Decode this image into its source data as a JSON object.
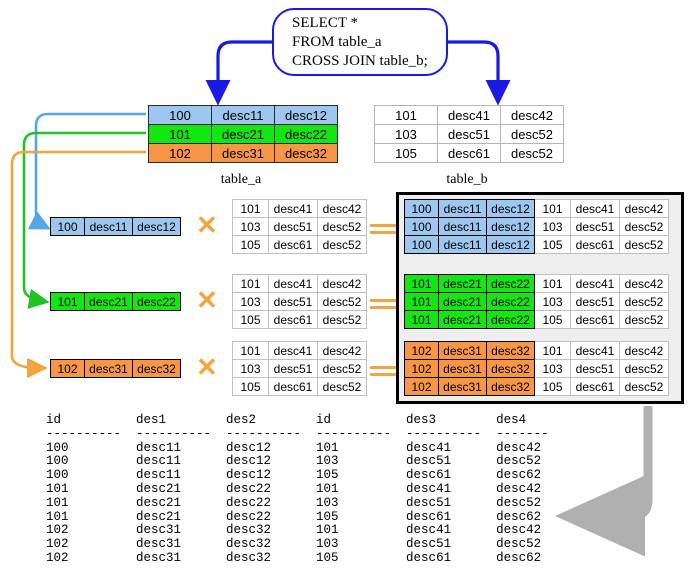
{
  "sql": {
    "line1": "SELECT *",
    "line2": "FROM table_a",
    "line3": "CROSS JOIN table_b;"
  },
  "colors": {
    "blue_row": "#9dc7ee",
    "green_row": "#12e712",
    "orange_row": "#f79646",
    "sql_border": "#1a1ae0",
    "operator": "#f5a33c",
    "result_border": "#000000",
    "result_fill": "#eeeeee",
    "gray_arrow": "#b0b0b0"
  },
  "table_a": {
    "caption": "table_a",
    "rows": [
      {
        "color": "blue",
        "cells": [
          "100",
          "desc11",
          "desc12"
        ]
      },
      {
        "color": "green",
        "cells": [
          "101",
          "desc21",
          "desc22"
        ]
      },
      {
        "color": "orange",
        "cells": [
          "102",
          "desc31",
          "desc32"
        ]
      }
    ]
  },
  "table_b": {
    "caption": "table_b",
    "rows": [
      {
        "cells": [
          "101",
          "desc41",
          "desc42"
        ]
      },
      {
        "cells": [
          "103",
          "desc51",
          "desc52"
        ]
      },
      {
        "cells": [
          "105",
          "desc61",
          "desc52"
        ]
      }
    ]
  },
  "single_rows": [
    {
      "color": "blue",
      "cells": [
        "100",
        "desc11",
        "desc12"
      ]
    },
    {
      "color": "green",
      "cells": [
        "101",
        "desc21",
        "desc22"
      ]
    },
    {
      "color": "orange",
      "cells": [
        "102",
        "desc31",
        "desc32"
      ]
    }
  ],
  "b_copies": [
    [
      [
        "101",
        "desc41",
        "desc42"
      ],
      [
        "103",
        "desc51",
        "desc52"
      ],
      [
        "105",
        "desc61",
        "desc52"
      ]
    ],
    [
      [
        "101",
        "desc41",
        "desc42"
      ],
      [
        "103",
        "desc51",
        "desc52"
      ],
      [
        "105",
        "desc61",
        "desc52"
      ]
    ],
    [
      [
        "101",
        "desc41",
        "desc42"
      ],
      [
        "103",
        "desc51",
        "desc52"
      ],
      [
        "105",
        "desc61",
        "desc52"
      ]
    ]
  ],
  "operators": {
    "cross": "✕",
    "equals": "="
  },
  "result_groups": [
    {
      "color": "blue",
      "rows": [
        {
          "a": [
            "100",
            "desc11",
            "desc12"
          ],
          "b": [
            "101",
            "desc41",
            "desc42"
          ]
        },
        {
          "a": [
            "100",
            "desc11",
            "desc12"
          ],
          "b": [
            "103",
            "desc51",
            "desc52"
          ]
        },
        {
          "a": [
            "100",
            "desc11",
            "desc12"
          ],
          "b": [
            "105",
            "desc61",
            "desc52"
          ]
        }
      ]
    },
    {
      "color": "green",
      "rows": [
        {
          "a": [
            "101",
            "desc21",
            "desc22"
          ],
          "b": [
            "101",
            "desc41",
            "desc42"
          ]
        },
        {
          "a": [
            "101",
            "desc21",
            "desc22"
          ],
          "b": [
            "103",
            "desc51",
            "desc52"
          ]
        },
        {
          "a": [
            "101",
            "desc21",
            "desc22"
          ],
          "b": [
            "105",
            "desc61",
            "desc52"
          ]
        }
      ]
    },
    {
      "color": "orange",
      "rows": [
        {
          "a": [
            "102",
            "desc31",
            "desc32"
          ],
          "b": [
            "101",
            "desc41",
            "desc42"
          ]
        },
        {
          "a": [
            "102",
            "desc31",
            "desc32"
          ],
          "b": [
            "103",
            "desc51",
            "desc52"
          ]
        },
        {
          "a": [
            "102",
            "desc31",
            "desc32"
          ],
          "b": [
            "105",
            "desc61",
            "desc52"
          ]
        }
      ]
    }
  ],
  "console": {
    "header": "id          des1        des2        id          des3        des4",
    "separator": "----------  ----------  ----------  ----------  ----------  -------",
    "rows": [
      "100         desc11      desc12      101         desc41      desc42",
      "100         desc11      desc12      103         desc51      desc52",
      "100         desc11      desc12      105         desc61      desc62",
      "101         desc21      desc22      101         desc41      desc42",
      "101         desc21      desc22      103         desc51      desc52",
      "101         desc21      desc22      105         desc61      desc62",
      "102         desc31      desc32      101         desc41      desc42",
      "102         desc31      desc32      103         desc51      desc52",
      "102         desc31      desc32      105         desc61      desc62"
    ]
  }
}
